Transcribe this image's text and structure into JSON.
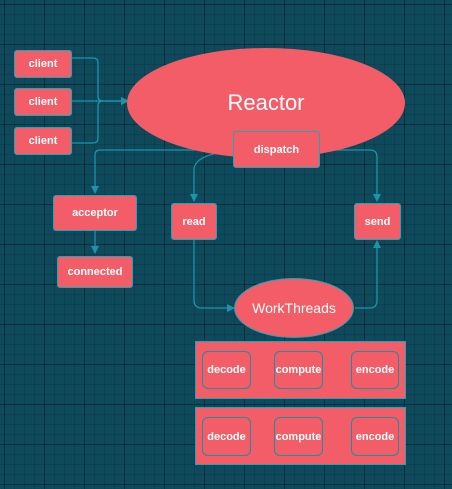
{
  "diagram": {
    "clients": [
      "client",
      "client",
      "client"
    ],
    "reactor": "Reactor",
    "dispatch": "dispatch",
    "acceptor": "acceptor",
    "connected": "connected",
    "read": "read",
    "send": "send",
    "workthreads": "WorkThreads",
    "pipelines": [
      {
        "decode": "decode",
        "compute": "compute",
        "encode": "encode"
      },
      {
        "decode": "decode",
        "compute": "compute",
        "encode": "encode"
      }
    ]
  },
  "colors": {
    "background": "#0f4a5c",
    "node_fill": "#f25d67",
    "border": "#27a3b8",
    "connector": "#1a94a8"
  }
}
